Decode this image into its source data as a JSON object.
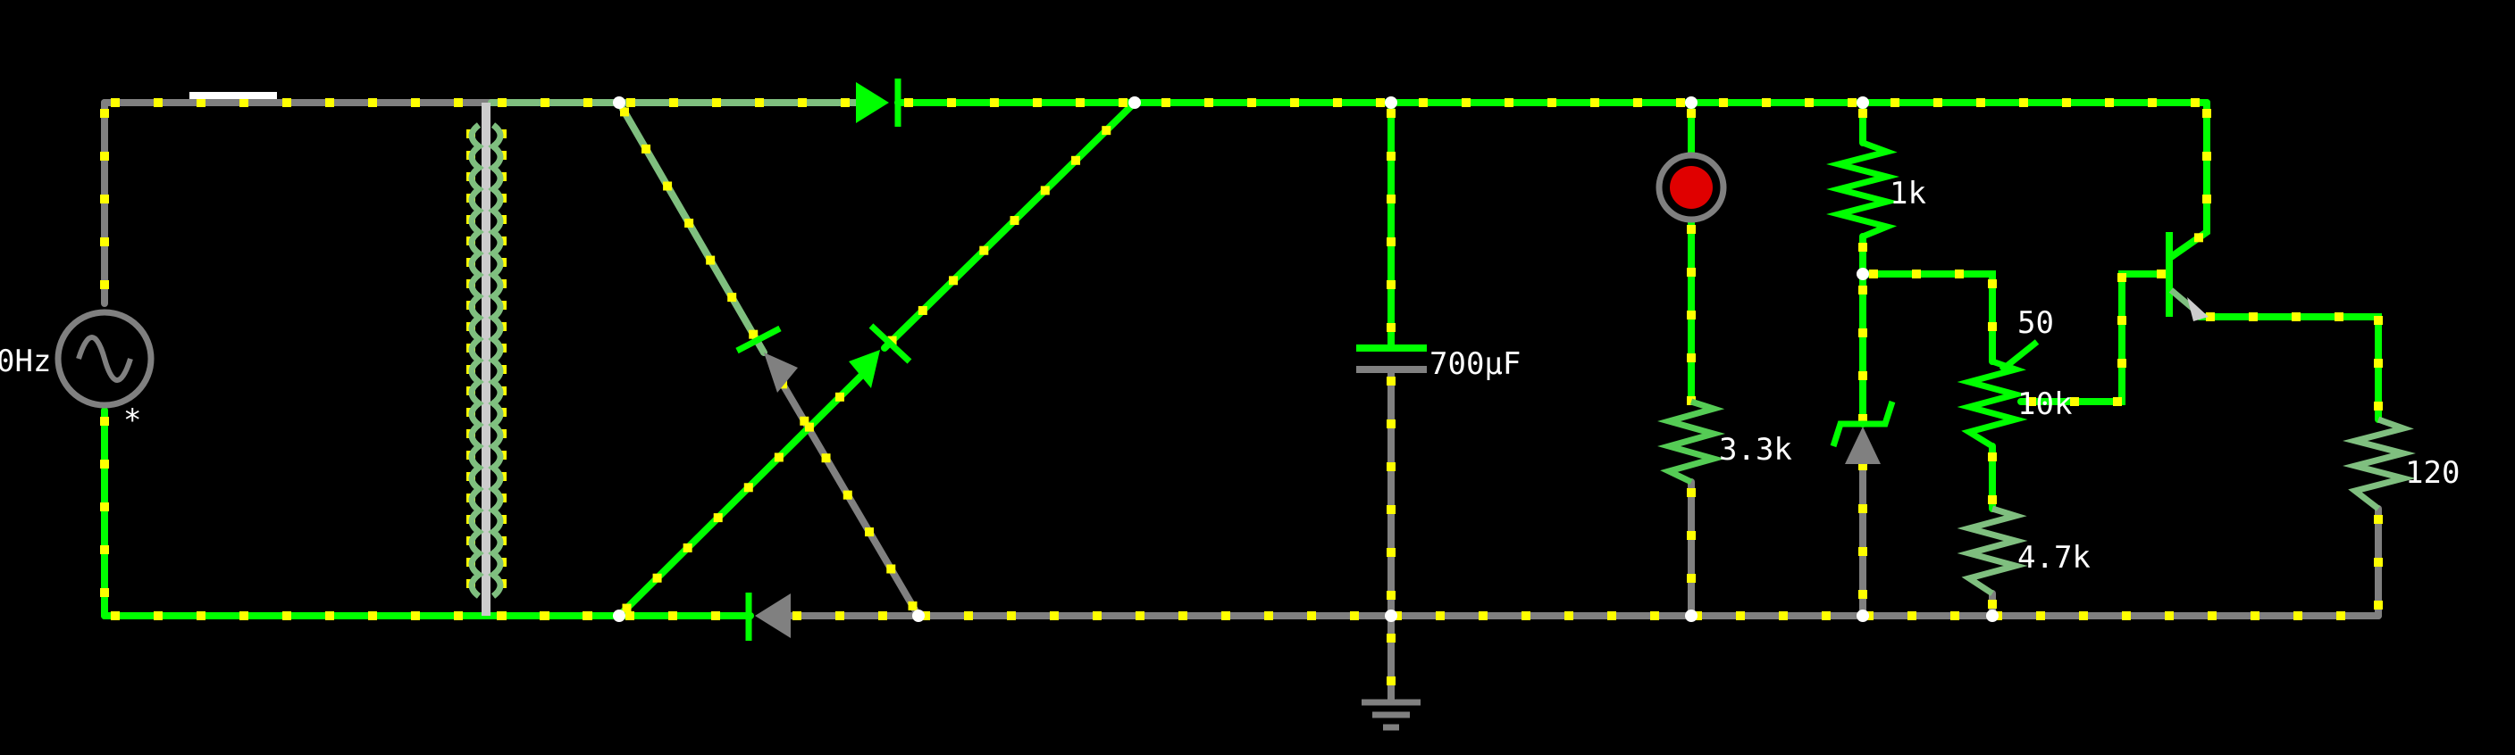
{
  "components": {
    "source": {
      "label": "0Hz",
      "marker": "*"
    },
    "capacitor": {
      "label": "700µF"
    },
    "r_led": {
      "label": "3.3k"
    },
    "r_top": {
      "label": "1k"
    },
    "pot": {
      "label": "10k",
      "wiper": "50"
    },
    "r_bottom": {
      "label": "4.7k"
    },
    "r_load": {
      "label": "120"
    }
  },
  "colors": {
    "wire_live": "#00ff00",
    "wire_idle": "#808080",
    "wire_mid": "#7fbf7f",
    "current_dot": "#ffff00",
    "node": "#ffffff",
    "lamp": "#e00000",
    "background": "#000000"
  }
}
